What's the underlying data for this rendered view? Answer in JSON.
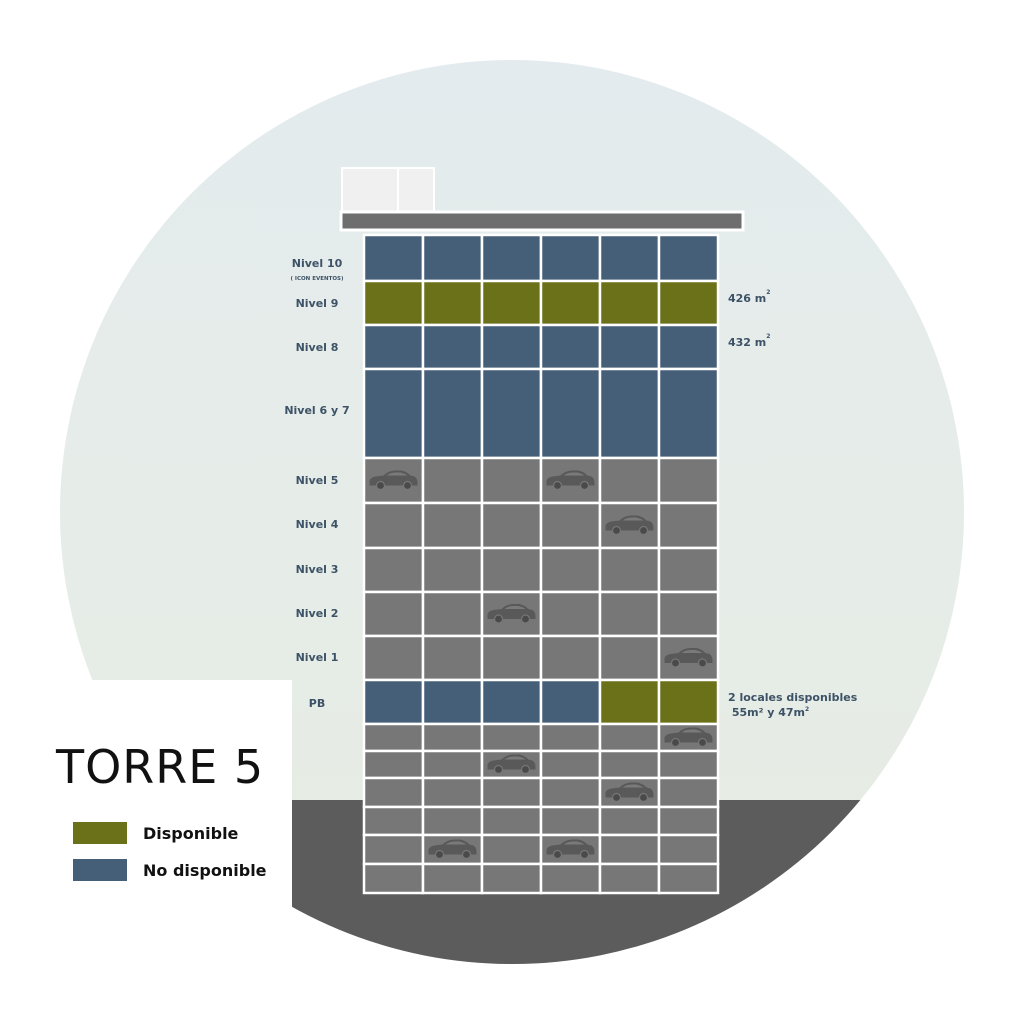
{
  "title": "TORRE 5",
  "colors": {
    "available": "#6b7118",
    "unavailable": "#465f78",
    "parking": "#777777",
    "sky_top": "#e4ebee",
    "sky_bottom": "#e6ece3",
    "ground": "#5c5c5c",
    "roof": "#6e6e6e",
    "roof_box": "#f0f0f0"
  },
  "legend": [
    {
      "label": "Disponible",
      "color": "#6b7118"
    },
    {
      "label": "No disponible",
      "color": "#465f78"
    }
  ],
  "levels": [
    {
      "label": "Nivel 10",
      "sublabel": "( ICON EVENTOS)",
      "cells": [
        "u",
        "u",
        "u",
        "u",
        "u",
        "u"
      ]
    },
    {
      "label": "Nivel 9",
      "cells": [
        "a",
        "a",
        "a",
        "a",
        "a",
        "a"
      ]
    },
    {
      "label": "Nivel 8",
      "cells": [
        "u",
        "u",
        "u",
        "u",
        "u",
        "u"
      ]
    },
    {
      "label": "Nivel 6 y 7",
      "cells": [
        "u",
        "u",
        "u",
        "u",
        "u",
        "u"
      ]
    },
    {
      "label": "Nivel 5",
      "cells": [
        "p",
        "p",
        "p",
        "p",
        "p",
        "p"
      ],
      "cars": [
        0,
        3
      ]
    },
    {
      "label": "Nivel 4",
      "cells": [
        "p",
        "p",
        "p",
        "p",
        "p",
        "p"
      ],
      "cars": [
        4
      ]
    },
    {
      "label": "Nivel 3",
      "cells": [
        "p",
        "p",
        "p",
        "p",
        "p",
        "p"
      ],
      "cars": []
    },
    {
      "label": "Nivel 2",
      "cells": [
        "p",
        "p",
        "p",
        "p",
        "p",
        "p"
      ],
      "cars": [
        2
      ]
    },
    {
      "label": "Nivel 1",
      "cells": [
        "p",
        "p",
        "p",
        "p",
        "p",
        "p"
      ],
      "cars": [
        5
      ]
    },
    {
      "label": "PB",
      "cells": [
        "u",
        "u",
        "u",
        "u",
        "a",
        "a"
      ]
    }
  ],
  "basement": [
    {
      "cars": [
        5
      ]
    },
    {
      "cars": [
        2
      ]
    },
    {
      "cars": [
        4
      ]
    },
    {
      "cars": []
    },
    {
      "cars": [
        1,
        3
      ]
    },
    {
      "cars": []
    }
  ],
  "notes": {
    "nivel9": {
      "text": "426 m",
      "sup": "2"
    },
    "nivel8": {
      "text": "432 m",
      "sup": "2"
    },
    "pb_line1": "2 locales disponibles",
    "pb_line2": " 55m² y 47m",
    "pb_sup": "2"
  }
}
